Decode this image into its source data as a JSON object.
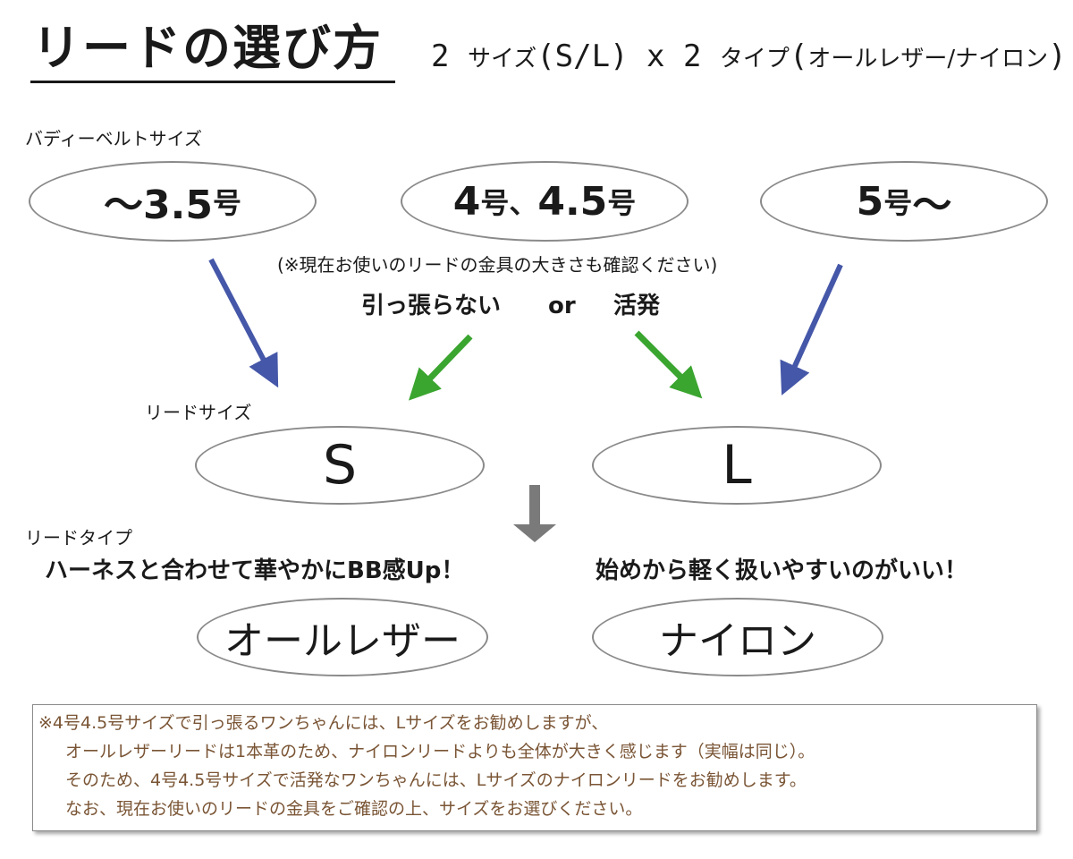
{
  "header": {
    "title": "リードの選び方",
    "subtitle_parts": [
      "2",
      "サイズ",
      "(S/L) x 2",
      "タイプ",
      "(",
      "オールレザー/ナイロン",
      ")"
    ]
  },
  "body_belt": {
    "label": "バディーベルトサイズ",
    "options": [
      {
        "main": "～3.5",
        "suffix": "号"
      },
      {
        "main": "4",
        "suffix": "号、",
        "main2": "4.5",
        "suffix2": "号"
      },
      {
        "main": "5",
        "suffix": "号",
        "tail": "～"
      }
    ]
  },
  "hardware_note": "(※現在お使いのリードの金具の大きさも確認ください)",
  "temperament": {
    "calm": "引っ張らない",
    "or": "or",
    "active": "活発"
  },
  "lead_size": {
    "label": "リードサイズ",
    "options": [
      "S",
      "L"
    ]
  },
  "lead_type": {
    "label": "リードタイプ",
    "left_desc": "ハーネスと合わせて華やかにBB感Up！",
    "right_desc": "始めから軽く扱いやすいのがいい！",
    "options": [
      "オールレザー",
      "ナイロン"
    ]
  },
  "footnote": {
    "lines": [
      "※4号4.5号サイズで引っ張るワンちゃんには、Lサイズをお勧めしますが、",
      "オールレザーリードは1本革のため、ナイロンリードよりも全体が大きく感じます（実幅は同じ）。",
      "そのため、4号4.5号サイズで活発なワンちゃんには、Lサイズのナイロンリードをお勧めします。",
      "なお、現在お使いのリードの金具をご確認の上、サイズをお選びください。"
    ]
  },
  "colors": {
    "blue_arrow": "#4557a8",
    "green_arrow": "#3aa52f",
    "gray_arrow": "#7a7a7a",
    "footnote_text": "#7a5535"
  }
}
